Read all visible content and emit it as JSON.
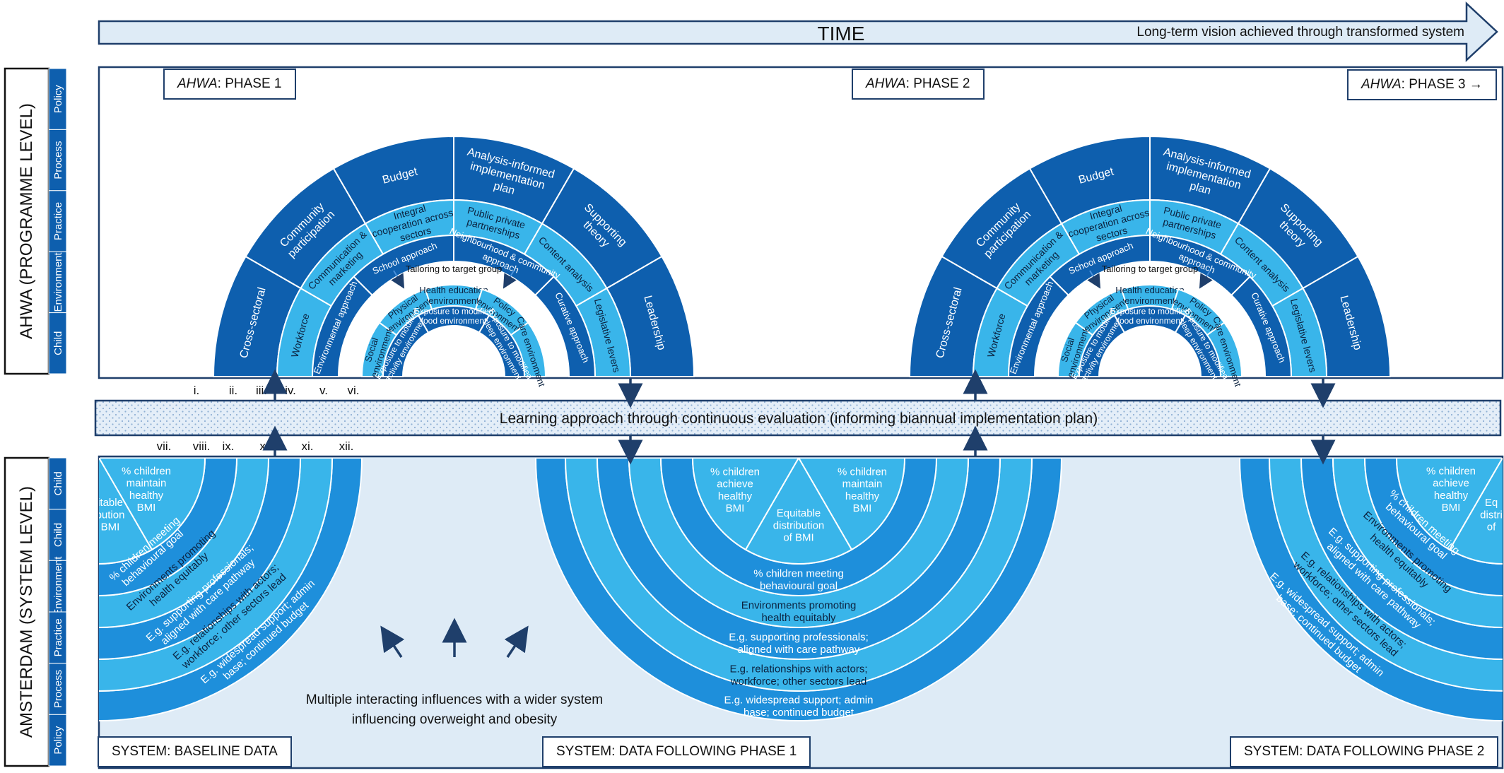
{
  "time_arrow": {
    "label": "TIME",
    "vision": "Long-term vision achieved through transformed system"
  },
  "side_titles": {
    "programme": "AHWA (PROGRAMME LEVEL)",
    "system": "AMSTERDAM (SYSTEM LEVEL)"
  },
  "programme_levels": [
    "Policy",
    "Process",
    "Practice",
    "Environment",
    "Child"
  ],
  "system_levels": [
    "Child",
    "Child",
    "Environment",
    "Practice",
    "Process",
    "Policy"
  ],
  "phases": [
    {
      "prefix": "AHWA",
      "suffix": ": PHASE 1"
    },
    {
      "prefix": "AHWA",
      "suffix": ": PHASE 2"
    },
    {
      "prefix": "AHWA",
      "suffix": ": PHASE 3 →"
    }
  ],
  "programme_rings": {
    "outer": [
      "Cross-sectoral",
      "Community participation",
      "Budget",
      "Analysis-informed implementation plan",
      "Supporting theory",
      "Leadership"
    ],
    "ring2": [
      "Workforce",
      "Communication & marketing",
      "Integral cooperation across sectors",
      "Public private partnerships",
      "Content analysis",
      "Legislative levers"
    ],
    "ring3": [
      "Environmental approach",
      "School approach",
      "Neighbourhood & community approach",
      "Curative approach"
    ],
    "tailoring": "Tailoring to target group",
    "ring4": [
      "Social environment",
      "Physical environment",
      "Health education environment",
      "Policy environment",
      "Care environment"
    ],
    "ring5": [
      "Exposure to modified activity environment",
      "Exposure to modified food environment",
      "Exposure to modified sleep environment"
    ]
  },
  "roman_top": [
    "i.",
    "ii.",
    "iii.",
    "iv.",
    "v.",
    "vi."
  ],
  "roman_bottom": [
    "vii.",
    "viii.",
    "ix.",
    "x.",
    "xi.",
    "xii."
  ],
  "learning_band": "Learning approach through continuous evaluation (informing biannual implementation plan)",
  "system_rings": {
    "core": [
      "% children achieve healthy BMI",
      "Equitable distribution of BMI",
      "% children maintain healthy BMI"
    ],
    "behaviour": "% children meeting behavioural goal",
    "environment": "Environments promoting health equitably",
    "practice": "E.g. supporting professionals; aligned with care pathway",
    "process": "E.g. relationships with actors; workforce; other sectors lead",
    "policy": "E.g. widespread support; admin base; continued budget"
  },
  "partial_fragments": {
    "left_core_a": "itable",
    "left_core_b": "bution",
    "left_core_c": "BMI",
    "right_core_a": "Eq",
    "right_core_b": "distri",
    "right_core_c": "of"
  },
  "influence_text": [
    "Multiple interacting influences with a wider system",
    "influencing overweight and obesity"
  ],
  "system_boxes": [
    "SYSTEM: BASELINE DATA",
    "SYSTEM: DATA FOLLOWING PHASE 1",
    "SYSTEM: DATA FOLLOWING PHASE 2"
  ],
  "colors": {
    "dark": "#0e5fae",
    "medium": "#1e8fdb",
    "light": "#39b5ea",
    "pale": "#deebf6",
    "navy": "#1f3f6b",
    "arrow_fill": "#deebf6"
  }
}
